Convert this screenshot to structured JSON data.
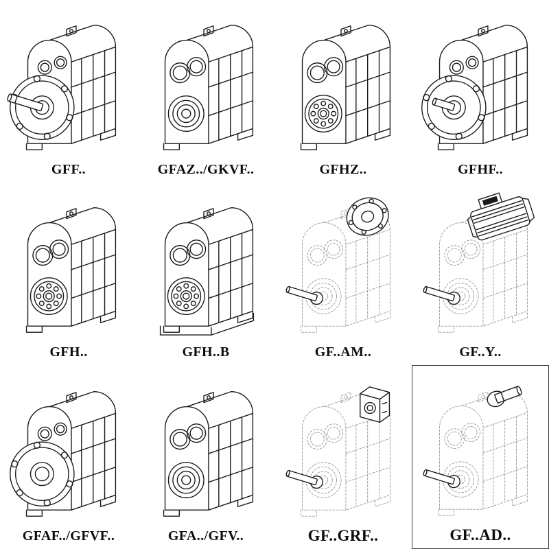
{
  "page": {
    "background": "#ffffff",
    "line_color": "#1a1a1a",
    "dashed_line_color": "#97979b"
  },
  "cells": [
    {
      "label": "GFF..",
      "variant": "gff",
      "drawing": "gear-reducer-output-flange-with-solid-shaft"
    },
    {
      "label": "GFAZ../GKVF..",
      "variant": "gfaz",
      "drawing": "gear-reducer-hollow-output-shaft"
    },
    {
      "label": "GFHZ..",
      "variant": "gfhz",
      "drawing": "gear-reducer-hollow-shaft-shrink-disc"
    },
    {
      "label": "GFHF..",
      "variant": "gfhf",
      "drawing": "gear-reducer-flange-hollow-stub-shaft"
    },
    {
      "label": "GFH..",
      "variant": "gfh",
      "drawing": "gear-reducer-shaft-mounted"
    },
    {
      "label": "GFH..B",
      "variant": "gfhb",
      "drawing": "gear-reducer-shaft-mounted-with-base"
    },
    {
      "label": "GF..AM..",
      "variant": "gfam",
      "drawing": "gear-reducer-phantom-with-iec-adapter-flange"
    },
    {
      "label": "GF..Y..",
      "variant": "gfy",
      "drawing": "gear-reducer-phantom-with-mounted-motor"
    },
    {
      "label": "GFAF../GFVF..",
      "variant": "gfaf",
      "drawing": "gear-reducer-output-flange-hollow"
    },
    {
      "label": "GFA../GFV..",
      "variant": "gfa",
      "drawing": "gear-reducer-hollow-output-shaft-foot"
    },
    {
      "label": "GF..GRF..",
      "variant": "gfgrf",
      "drawing": "gear-reducer-phantom-with-input-adapter-box"
    },
    {
      "label": "GF..AD..",
      "variant": "gfad",
      "drawing": "gear-reducer-phantom-with-input-shaft-adapter"
    }
  ]
}
